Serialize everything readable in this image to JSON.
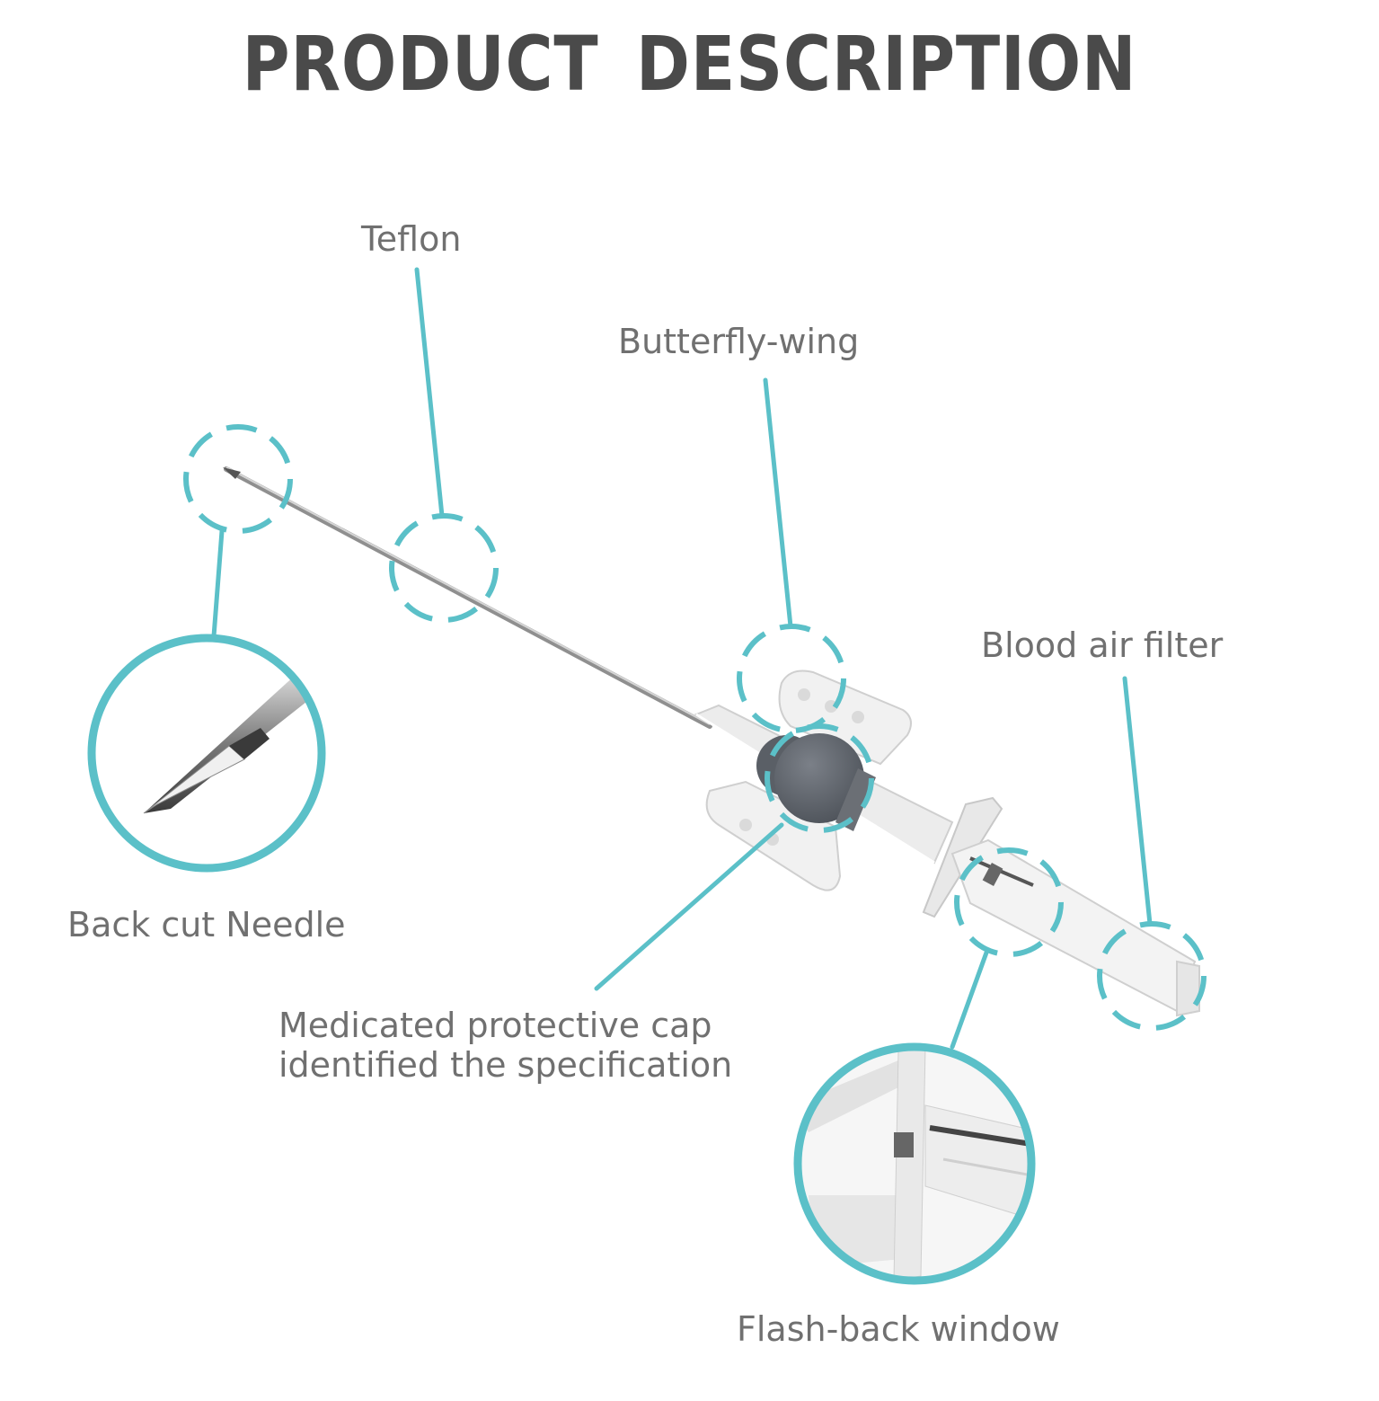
{
  "title": "PRODUCT  DESCRIPTION",
  "labels": {
    "teflon": "Teflon",
    "butterfly_wing": "Butterfly-wing",
    "blood_air_filter": "Blood air filter",
    "back_cut_needle": "Back cut Needle",
    "medicated_cap_line1": "Medicated protective cap",
    "medicated_cap_line2": "identified the specification",
    "flash_back_window": "Flash-back window"
  },
  "colors": {
    "accent": "#5bc0c8",
    "text": "#707070",
    "title": "#4a4a4a",
    "cap": "#5f646c"
  }
}
